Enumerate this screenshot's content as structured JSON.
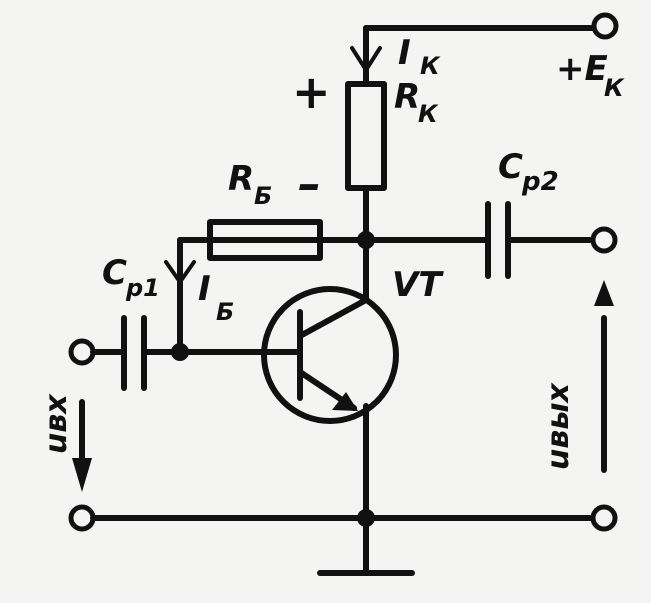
{
  "labels": {
    "ik": "I",
    "ik_sub": "К",
    "ek": "+E",
    "ek_sub": "К",
    "plus": "+",
    "rk": "R",
    "rk_sub": "К",
    "rb": "R",
    "rb_sub": "Б",
    "minus": "–",
    "cp2": "C",
    "cp2_sub": "p2",
    "cp1": "C",
    "cp1_sub": "p1",
    "ib": "I",
    "ib_sub": "Б",
    "vt": "VT",
    "uvx": "uвх",
    "uvyx": "uвых"
  },
  "colors": {
    "ink": "#111111",
    "paper": "#f4f4f2"
  }
}
